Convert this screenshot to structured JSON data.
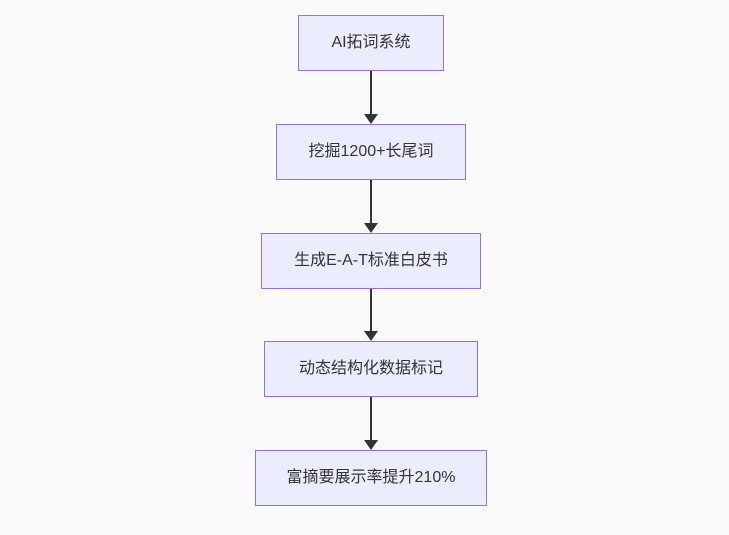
{
  "diagram": {
    "type": "flowchart",
    "direction": "top-down",
    "nodes": [
      {
        "id": "n1",
        "label": "AI拓词系统"
      },
      {
        "id": "n2",
        "label": "挖掘1200+长尾词"
      },
      {
        "id": "n3",
        "label": "生成E-A-T标准白皮书"
      },
      {
        "id": "n4",
        "label": "动态结构化数据标记"
      },
      {
        "id": "n5",
        "label": "富摘要展示率提升210%"
      }
    ],
    "edges": [
      {
        "from": "n1",
        "to": "n2"
      },
      {
        "from": "n2",
        "to": "n3"
      },
      {
        "from": "n3",
        "to": "n4"
      },
      {
        "from": "n4",
        "to": "n5"
      }
    ],
    "colors": {
      "node_fill": "#ECECFF",
      "node_border": "#9370DB",
      "text": "#333333",
      "arrow": "#333333",
      "background": "#FAFAFA"
    }
  }
}
